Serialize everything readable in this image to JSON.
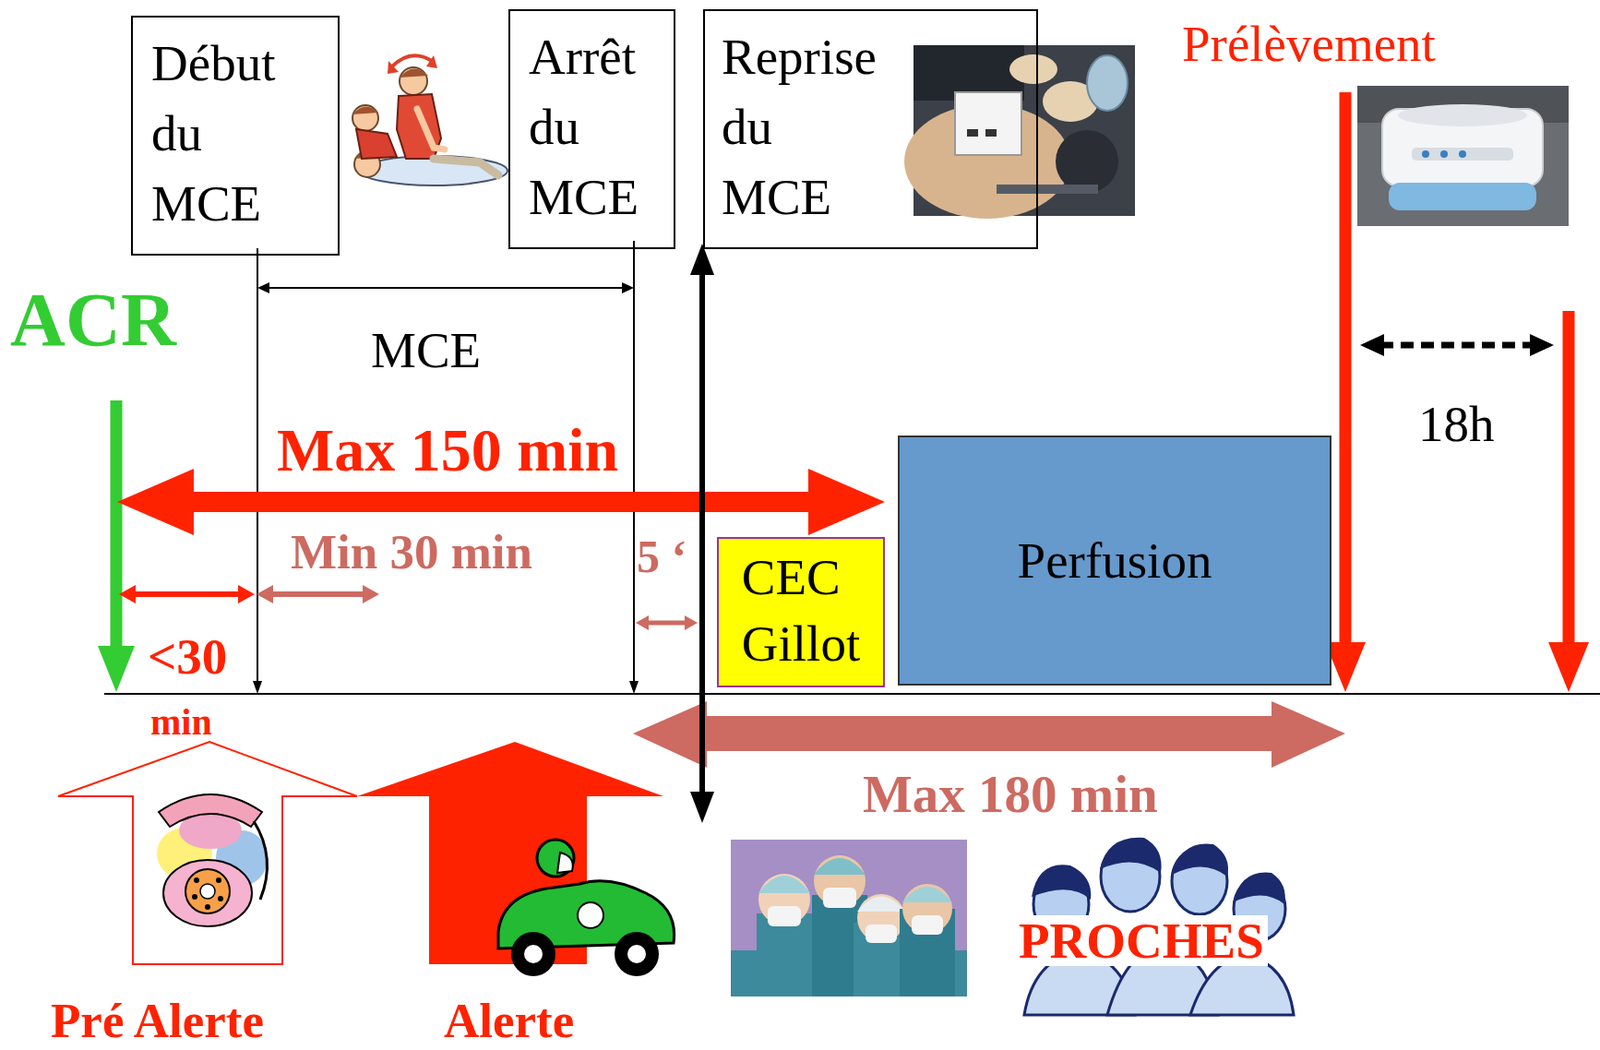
{
  "diagram": {
    "nodes": [
      {
        "text": [
          "Début du MCE"
        ]
      },
      {
        "text": [
          "Arrêt du MCE"
        ]
      },
      {
        "text": [
          "Reprise du MCE"
        ]
      },
      {
        "text": [
          "CEC Gillot"
        ]
      },
      {
        "text": [
          "Perfusion"
        ]
      }
    ],
    "labels": [
      "ACR",
      "MCE",
      "Max 150 min",
      "Min 30 min",
      "5 ‘",
      "<30",
      "min",
      "Max 180 min",
      "Prélèvement",
      "18h",
      "Pré Alerte",
      "Alerte",
      "PROCHES"
    ]
  }
}
